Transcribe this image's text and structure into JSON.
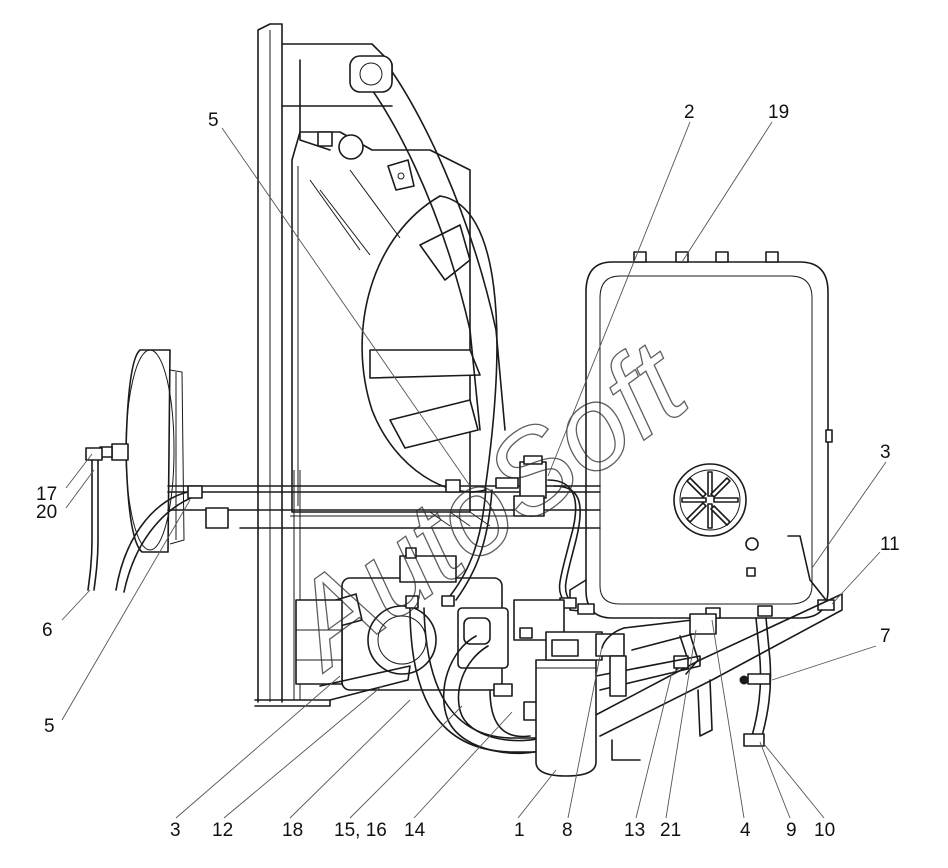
{
  "watermark": {
    "text": "AutoSoft"
  },
  "callouts": [
    "5",
    "2",
    "19",
    "17",
    "20",
    "6",
    "5",
    "3",
    "11",
    "7",
    "3",
    "12",
    "18",
    "15, 16",
    "14",
    "1",
    "8",
    "13",
    "21",
    "4",
    "9",
    "10"
  ]
}
